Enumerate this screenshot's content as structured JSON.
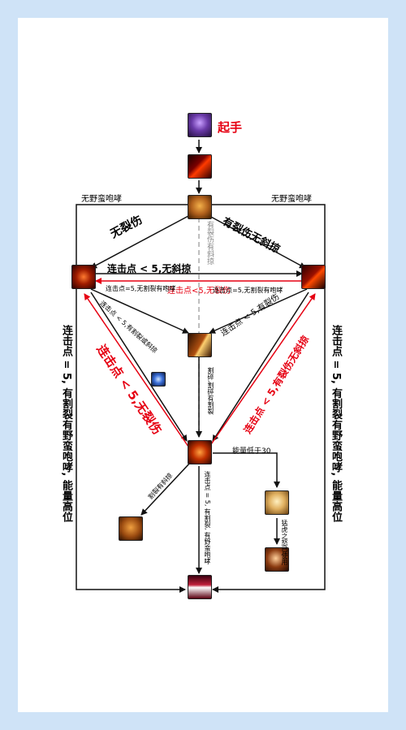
{
  "start_label": "起手",
  "roar_left": "无野蛮咆哮",
  "roar_right": "无野蛮咆哮",
  "no_rip": "无裂伤",
  "has_rip_no_rake": "有裂伤无斜掠",
  "gray_vertical": "有裂伤有斜掠",
  "combo_lt5_no_rake": "连击点 < 5,无斜掠",
  "combo_lt5_no_rip_red": "连击点<5,无裂伤",
  "combo5_no_rip_has_roar_left": "连击点=5,无割裂有咆哮",
  "combo5_no_rip_has_roar_right": "连击点=5,无割裂有咆哮",
  "combo_lt5_rake_left": "连击点 < 5,有割裂或斜掠",
  "combo_lt5_rip_right": "连击点 < 5,有裂伤",
  "combo_lt5_no_rip_big": "连击点 < 5,无裂伤",
  "combo_lt5_rip_no_rake_red": "连击点 < 5,有裂伤无斜掠",
  "center_shred_note": "割碎,割碎有割裂",
  "center_shred_note2": "割裂有斜掠",
  "left_vertical": "连击点 = 5, 有割裂有野蛮咆哮, 能量高位",
  "right_vertical": "连击点 = 5, 有割裂有野蛮咆哮, 能量高位",
  "energy_low": "能量低于30",
  "bottom_left_note": "割裂有斜掠",
  "bottom_center_note": "连击点 = 5, 有割裂, 有野蛮咆哮",
  "tiger_note": "猛虎之怒已使用",
  "icons": {
    "start": "druid-cat-portrait-icon",
    "claw": "mangle-claw-icon",
    "roar_top": "savage-roar-icon",
    "rake_left": "rake-icon",
    "rip_right": "rip-icon",
    "shred_center": "shred-claw-icon",
    "blue_small": "faerie-fire-icon",
    "ferocious_center": "ferocious-bite-icon",
    "roar_bottom_left": "savage-roar-lion-icon",
    "tiger_fury": "tigers-fury-icon",
    "berserk": "berserk-icon",
    "bottom_maul": "ferocious-bite-maw-icon"
  },
  "colors": {
    "background": "#cfe3f7",
    "panel": "#ffffff",
    "red_text": "#e60012",
    "gray_dashed": "#aaaaaa"
  }
}
